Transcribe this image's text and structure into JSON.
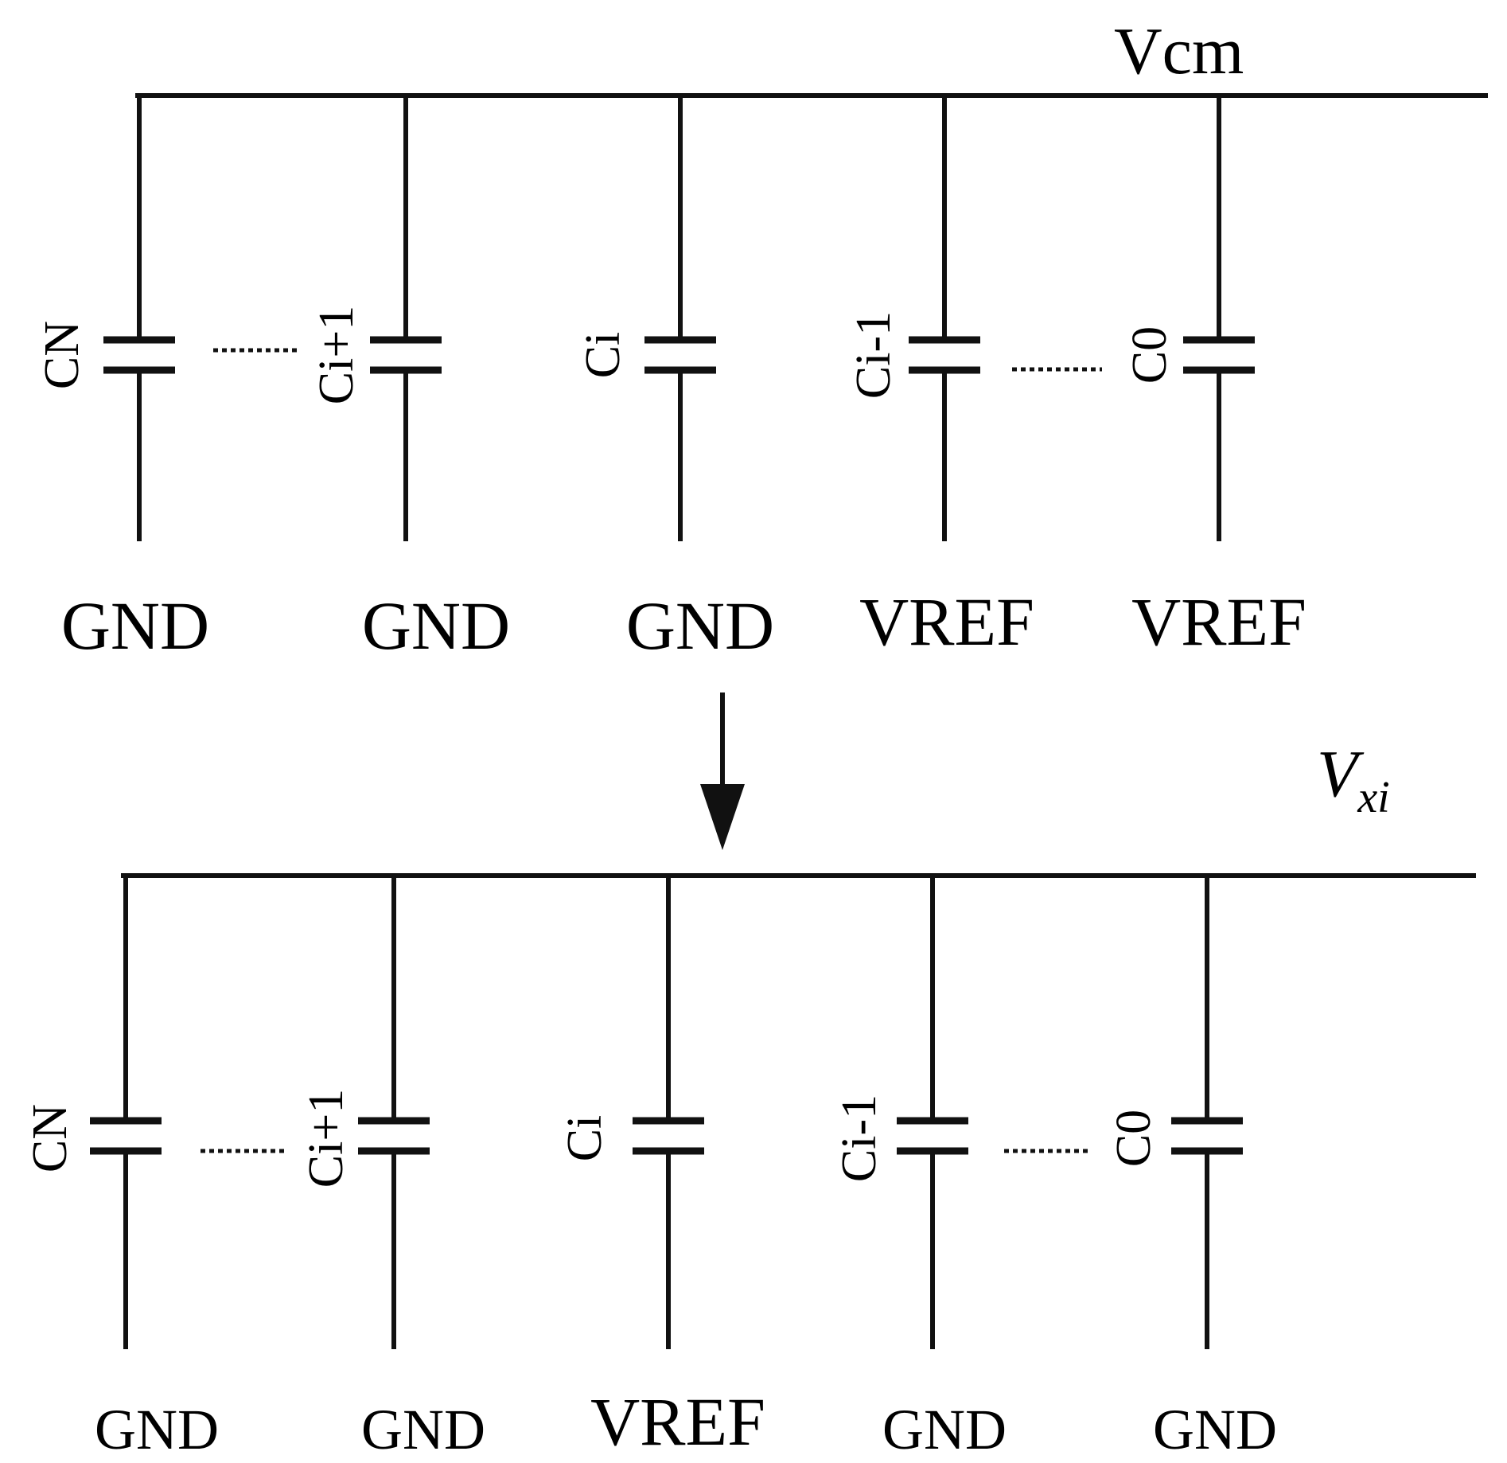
{
  "top": {
    "bus_label": "Vcm",
    "capacitors": [
      {
        "label": "CN",
        "terminal": "GND"
      },
      {
        "label": "Ci+1",
        "terminal": "GND"
      },
      {
        "label": "Ci",
        "terminal": "GND"
      },
      {
        "label": "Ci-1",
        "terminal": "VREF"
      },
      {
        "label": "C0",
        "terminal": "VREF"
      }
    ]
  },
  "bottom": {
    "bus_label_main": "V",
    "bus_label_sub": "xi",
    "capacitors": [
      {
        "label": "CN",
        "terminal": "GND"
      },
      {
        "label": "Ci+1",
        "terminal": "GND"
      },
      {
        "label": "Ci",
        "terminal": "VREF"
      },
      {
        "label": "Ci-1",
        "terminal": "GND"
      },
      {
        "label": "C0",
        "terminal": "GND"
      }
    ]
  },
  "ellipsis": "......",
  "colors": {
    "line": "#111111",
    "text": "#000000",
    "background": "#ffffff"
  },
  "icons": {
    "transition": "arrow-down-icon"
  }
}
